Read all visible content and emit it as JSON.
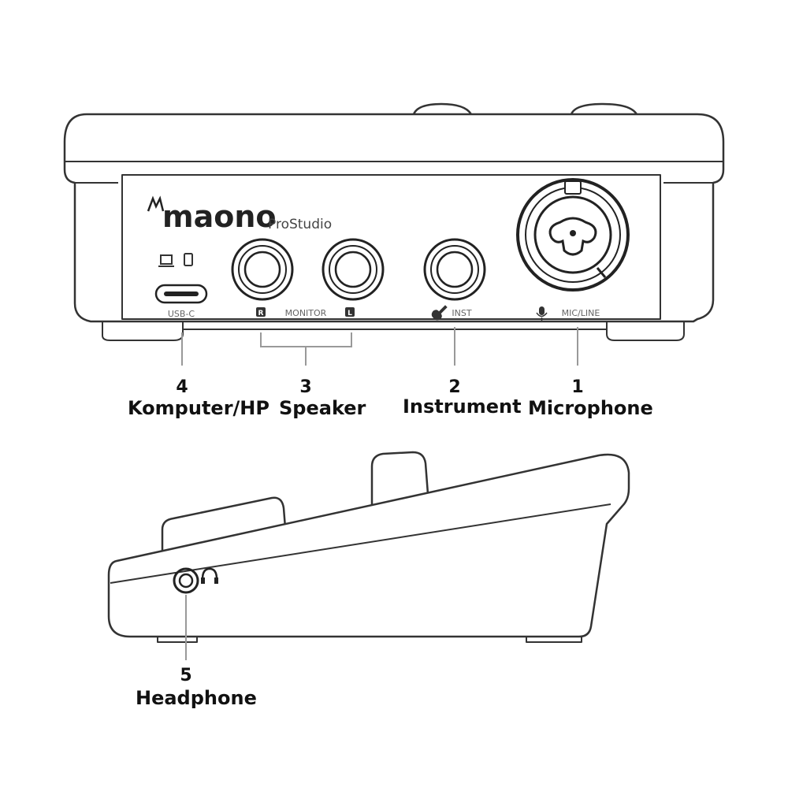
{
  "device": {
    "brand": "maono",
    "model": "ProStudio",
    "port_labels": {
      "usb": "USB-C",
      "monitor": "MONITOR",
      "monitor_right": "R",
      "monitor_left": "L",
      "inst": "INST",
      "mic_line": "MIC/LINE"
    }
  },
  "callouts": [
    {
      "number": "1",
      "label": "Microphone"
    },
    {
      "number": "2",
      "label": "Instrument"
    },
    {
      "number": "3",
      "label": "Speaker"
    },
    {
      "number": "4",
      "label": "Komputer/HP"
    },
    {
      "number": "5",
      "label": "Headphone"
    }
  ],
  "icons": {
    "computer": "laptop-icon",
    "phone": "phone-icon",
    "guitar": "guitar-icon",
    "microphone": "microphone-icon",
    "headphone": "headphone-icon"
  },
  "colors": {
    "outline": "#333333",
    "fill": "#ffffff",
    "label_gray": "#666666"
  }
}
